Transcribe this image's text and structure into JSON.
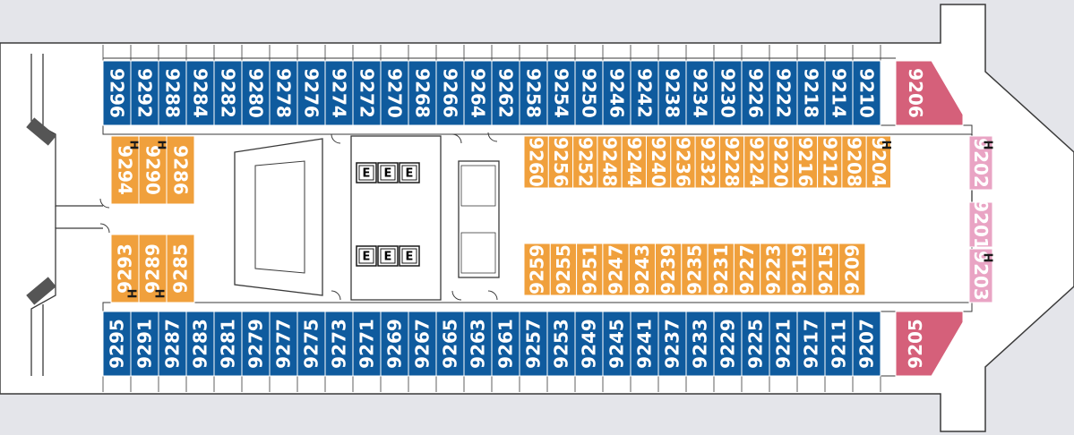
{
  "colors": {
    "outside": "#0f5b9e",
    "inside": "#f0a03c",
    "suite": "#d5607a",
    "accessible": "#e9a4c4",
    "hull": "#ffffff",
    "stroke": "#3a3a3a",
    "background": "#e4e5ea"
  },
  "cabins": {
    "top_outside": [
      "9296",
      "9292",
      "9288",
      "9284",
      "9282",
      "9280",
      "9278",
      "9276",
      "9274",
      "9272",
      "9270",
      "9268",
      "9266",
      "9264",
      "9262",
      "9258",
      "9254",
      "9250",
      "9246",
      "9242",
      "9238",
      "9234",
      "9230",
      "9226",
      "9222",
      "9218",
      "9214",
      "9210"
    ],
    "bottom_outside": [
      "9295",
      "9291",
      "9287",
      "9283",
      "9281",
      "9279",
      "9277",
      "9275",
      "9273",
      "9271",
      "9269",
      "9267",
      "9265",
      "9263",
      "9261",
      "9257",
      "9253",
      "9249",
      "9245",
      "9241",
      "9237",
      "9233",
      "9229",
      "9225",
      "9221",
      "9217",
      "9211",
      "9207"
    ],
    "inside_upper_aft": [
      "9294",
      "9290",
      "9286"
    ],
    "inside_lower_aft": [
      "9293",
      "9289",
      "9285"
    ],
    "inside_upper_fwd": [
      "9260",
      "9256",
      "9252",
      "9248",
      "9244",
      "9240",
      "9236",
      "9232",
      "9228",
      "9224",
      "9220",
      "9216",
      "9212",
      "9208",
      "9204"
    ],
    "inside_lower_fwd": [
      "9259",
      "9255",
      "9251",
      "9247",
      "9243",
      "9239",
      "9235",
      "9231",
      "9227",
      "9223",
      "9219",
      "9215",
      "9209"
    ],
    "suite_top": "9206",
    "suite_bottom": "9205",
    "forward": [
      "9202",
      "9201",
      "9203"
    ]
  },
  "accessible_cabins": [
    "9294",
    "9290",
    "9293",
    "9289",
    "9204",
    "9202",
    "9203"
  ],
  "elevator_label": "E",
  "accessible_symbol": "H",
  "access_symbol": "⁄"
}
